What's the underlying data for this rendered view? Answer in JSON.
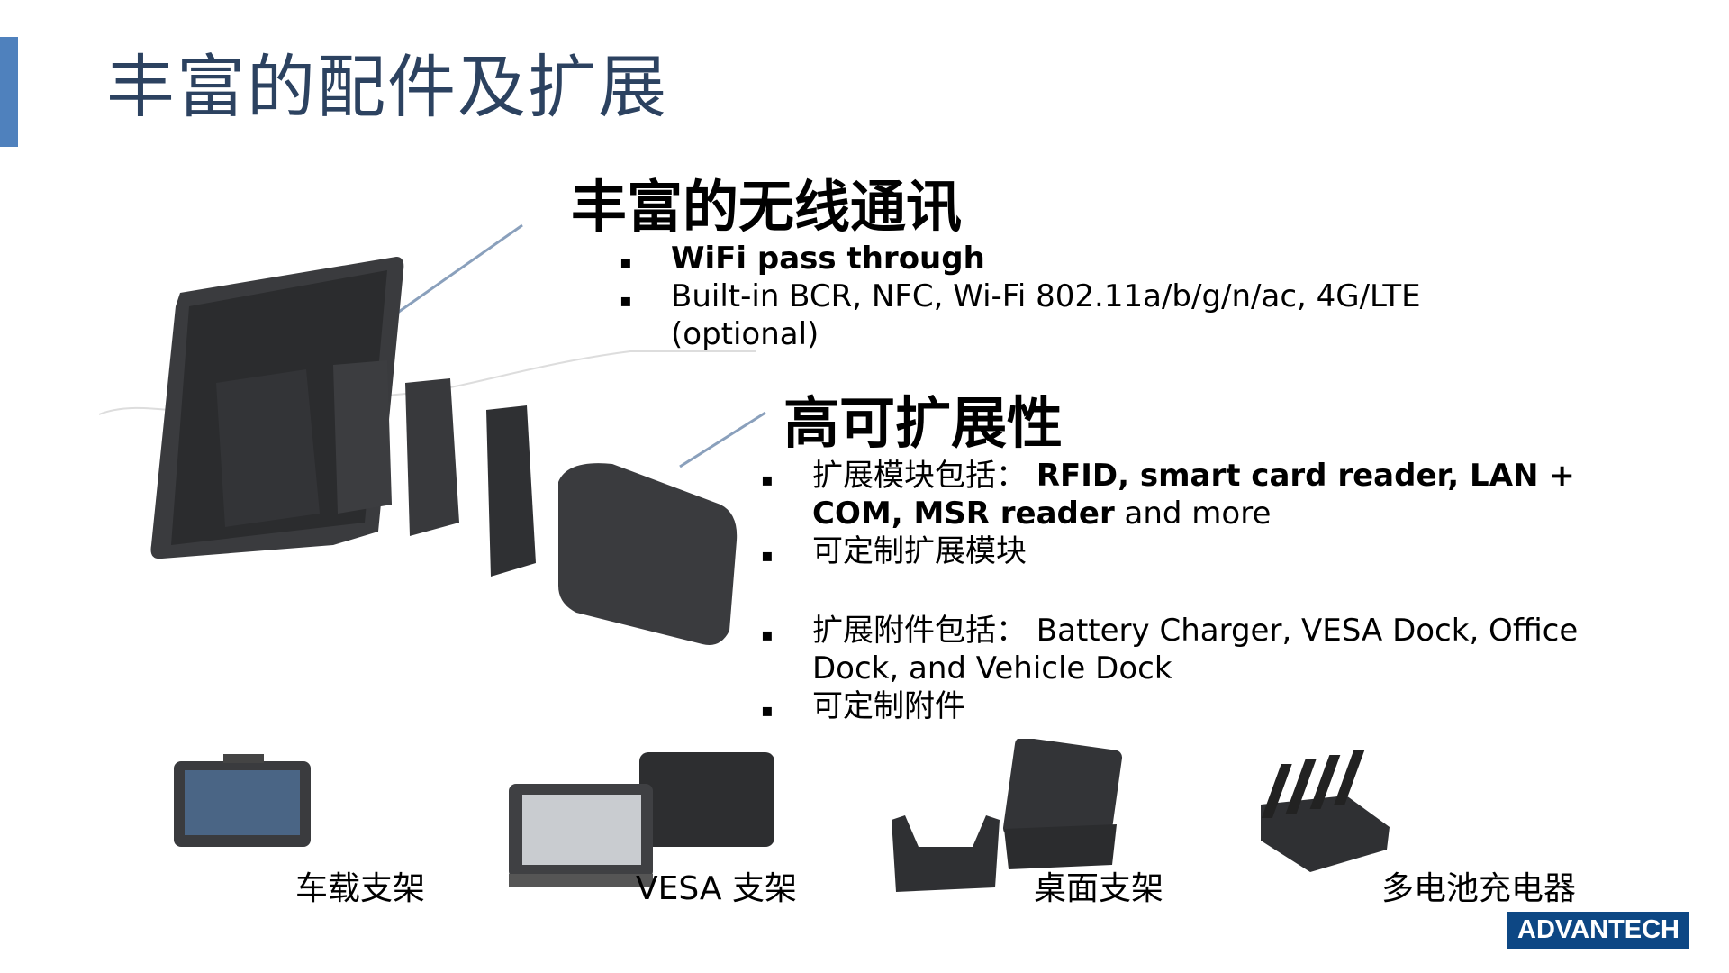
{
  "title": "丰富的配件及扩展",
  "wireless": {
    "heading": "丰富的无线通讯",
    "bullets": [
      {
        "bold": "WiFi pass through",
        "text": ""
      },
      {
        "bold": "",
        "text": "Built-in BCR, NFC, Wi-Fi 802.11a/b/g/n/ac, 4G/LTE",
        "cont": "(optional)"
      }
    ]
  },
  "expand": {
    "heading": "高可扩展性",
    "b1_prefix": "扩展模块包括：",
    "b1_bold1": "RFID, smart card reader, LAN +",
    "b1_bold2": "COM, MSR reader",
    "b1_tail": " and more",
    "b2": "可定制扩展模块",
    "b3": "扩展附件包括：  Battery Charger, VESA Dock, Office",
    "b3_cont": "Dock, and Vehicle Dock",
    "b4": "可定制附件"
  },
  "bullet_char": "▪",
  "accessories": [
    {
      "label": "车载支架"
    },
    {
      "label": "VESA 支架"
    },
    {
      "label": "桌面支架"
    },
    {
      "label": "多电池充电器"
    }
  ],
  "logo": "ADVANTECH"
}
